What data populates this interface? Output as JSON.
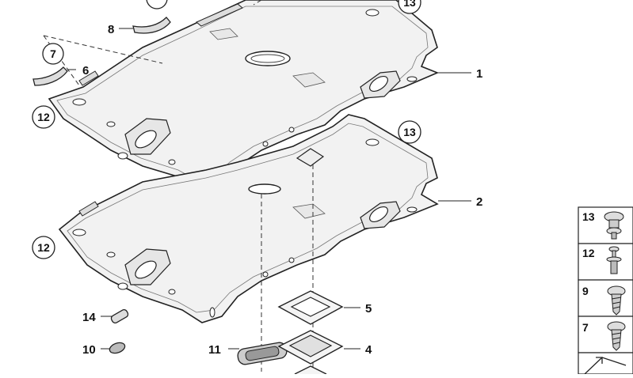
{
  "diagram": {
    "callouts": {
      "c1": "1",
      "c2": "2",
      "c3": "",
      "c4": "4",
      "c5": "5",
      "c6": "6",
      "c7": "7",
      "c8": "8",
      "c10": "10",
      "c11": "11",
      "c12a": "12",
      "c12b": "12",
      "c13a": "13",
      "c13b": "13",
      "c14": "14"
    },
    "side_panel": [
      {
        "label": "13",
        "icon": "push-clip-icon"
      },
      {
        "label": "12",
        "icon": "rivet-clip-icon"
      },
      {
        "label": "9",
        "icon": "screw-icon"
      },
      {
        "label": "7",
        "icon": "screw-icon"
      }
    ]
  }
}
